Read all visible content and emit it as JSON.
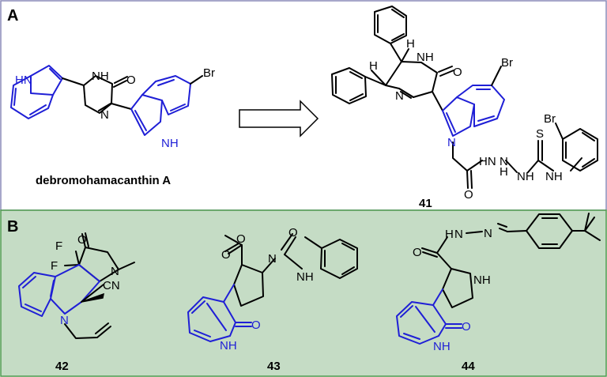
{
  "panels": [
    {
      "letter": "A",
      "background": "#ffffff",
      "border": "#8a8ab8"
    },
    {
      "letter": "B",
      "background": "#c5dcc5",
      "border": "#4f9a4f"
    }
  ],
  "compounds": {
    "debromohamacanthin": {
      "label": "debromohamacanthin A"
    },
    "c41": {
      "label": "41"
    },
    "c42": {
      "label": "42"
    },
    "c43": {
      "label": "43"
    },
    "c44": {
      "label": "44"
    }
  },
  "atoms": {
    "nh": "NH",
    "hn": "HN",
    "n": "N",
    "h": "H",
    "o": "O",
    "br": "Br",
    "f": "F",
    "s": "S",
    "cn": "CN"
  },
  "colors": {
    "highlight": "#1f1fd6",
    "bond": "#000000"
  }
}
